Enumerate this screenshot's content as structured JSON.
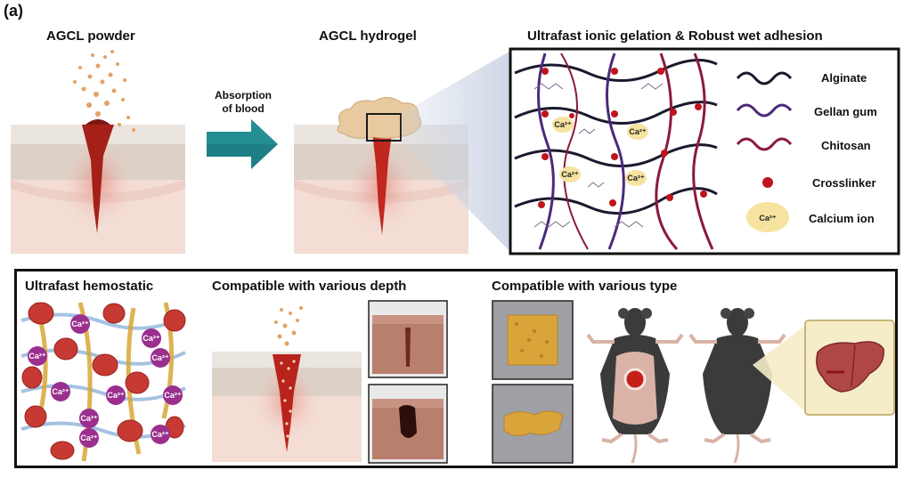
{
  "panel_label": "(a)",
  "top": {
    "powder_title": "AGCL powder",
    "arrow_label_line1": "Absorption",
    "arrow_label_line2": "of blood",
    "hydrogel_title": "AGCL hydrogel",
    "mechanism_title": "Ultrafast ionic gelation & Robust wet adhesion",
    "calcium_marker": "Ca²⁺",
    "legend": [
      {
        "label": "Alginate",
        "icon": "wavy-line-black",
        "color": "#1a1a2e"
      },
      {
        "label": "Gellan gum",
        "icon": "wavy-line-purple",
        "color": "#4b2a7a"
      },
      {
        "label": "Chitosan",
        "icon": "wavy-line-red",
        "color": "#8b1a3a"
      },
      {
        "label": "Crosslinker",
        "icon": "red-dot",
        "color": "#c0141c"
      },
      {
        "label": "Calcium ion",
        "icon": "yellow-ellipse",
        "color": "#f6e3a0",
        "symbol": "Ca²⁺"
      }
    ]
  },
  "bottom": {
    "hemostatic_title": "Ultrafast hemostatic",
    "depth_title": "Compatible with various depth",
    "type_title": "Compatible with various type",
    "calcium_marker": "Ca²⁺"
  },
  "colors": {
    "skin_top": "#e9e4df",
    "skin_dermis": "#d8cdc3",
    "tissue": "#f3ddd5",
    "blood": "#b0221c",
    "powder": "#e7a86a",
    "arrow": "#1f7f86",
    "gel": "#e8c9a0",
    "mouse": "#3b3b3b",
    "liver": "#b04747"
  }
}
